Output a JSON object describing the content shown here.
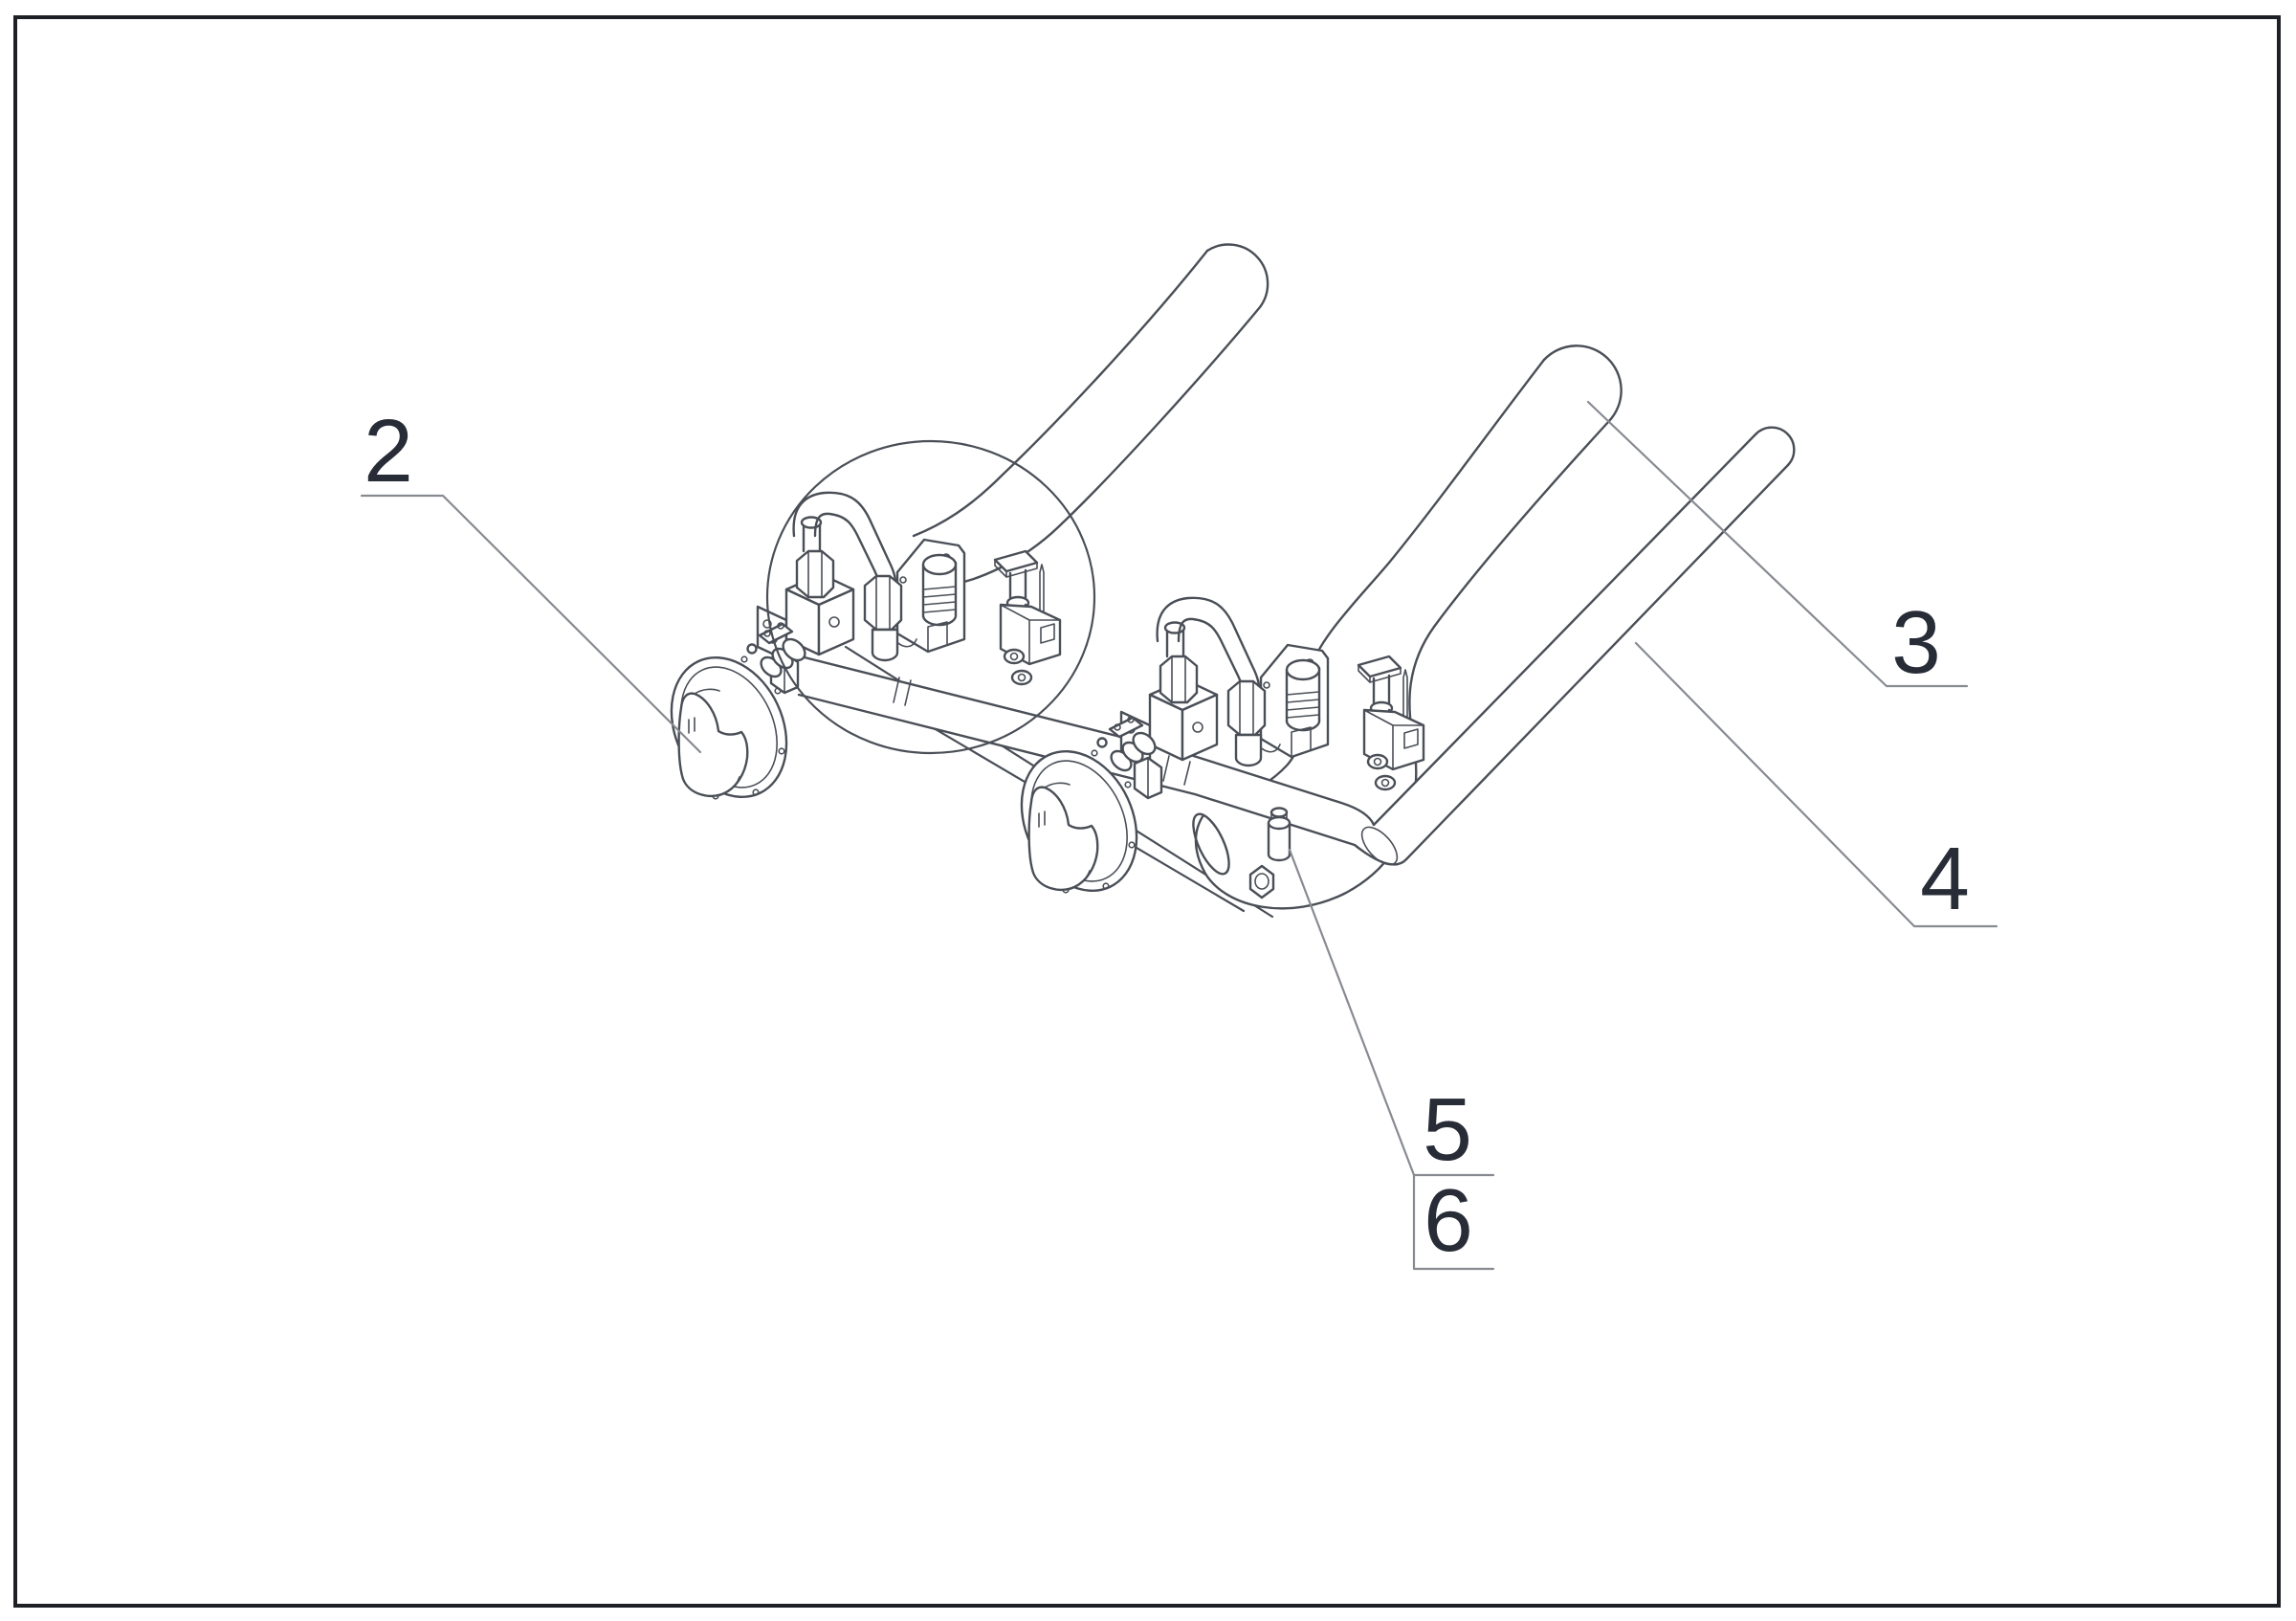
{
  "page": {
    "background": "#ffffff",
    "kind": "technical-parts-diagram"
  },
  "frame": {
    "stroke_color": "#1d2025",
    "stroke_width": 4
  },
  "drawing": {
    "line_color": "#4a4f57",
    "leader_color": "#878b91",
    "label_color": "#272c37",
    "label_font_size": 93,
    "has_detail_circle": true
  },
  "callouts": [
    {
      "label": "2"
    },
    {
      "label": "3"
    },
    {
      "label": "4"
    },
    {
      "label": "5"
    },
    {
      "label": "6"
    }
  ]
}
